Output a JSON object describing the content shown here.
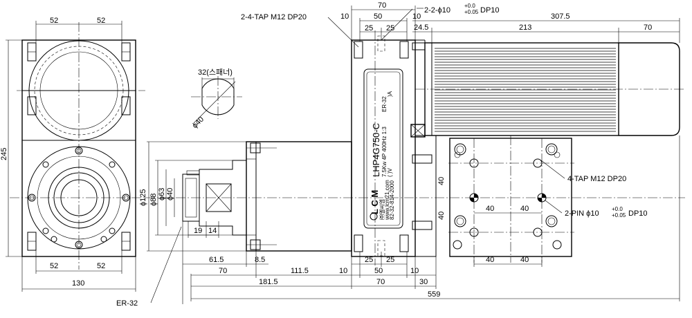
{
  "front_view": {
    "dims": {
      "top_left": "52",
      "top_right": "52",
      "bottom_left": "52",
      "bottom_right": "52",
      "width": "130",
      "height": "245"
    }
  },
  "spanner": {
    "label": "32(스패너)",
    "diameter": "ϕ40"
  },
  "collet": {
    "diameters": [
      "ϕ125",
      "ϕ88",
      "ϕ63",
      "ϕ40"
    ],
    "lengths": [
      "19",
      "14"
    ],
    "name": "ER-32"
  },
  "side_view": {
    "tap_top_label": "2-4-TAP M12 DP20",
    "pin_top_label": "2-2-ϕ10",
    "pin_top_tol_upper": "+0.0",
    "pin_top_tol_lower": "+0.05",
    "pin_top_suffix": "DP10",
    "tap_side_label": "4-TAP M12 DP20",
    "pin_side_label": "2-PIN ϕ10",
    "pin_side_tol_upper": "+0.0",
    "pin_side_tol_lower": "+0.05",
    "pin_side_suffix": "DP10",
    "top_dims": {
      "d10a": "10",
      "d70": "70",
      "d50": "50",
      "d10b": "10",
      "d25a": "25",
      "d25b": "25",
      "total_motor": "307.5",
      "d24_5": "24.5",
      "d213": "213",
      "d70b": "70"
    },
    "right_dims": {
      "v40a": "40",
      "v40b": "40",
      "h40a": "40",
      "h40b": "40",
      "b40a": "40",
      "b40b": "40"
    },
    "bottom_dims": {
      "d61_5": "61.5",
      "d8_5": "8.5",
      "d25a": "25",
      "d25b": "25",
      "d70a": "70",
      "d111_5": "111.5",
      "d10a": "10",
      "d50": "50",
      "d10b": "10",
      "d181_5": "181.5",
      "d70b": "70",
      "d30": "30",
      "total": "559"
    }
  },
  "nameplate": {
    "brand": "L C M",
    "model": "LHP4G750-C",
    "spec": "7.5Kw  4P  400Hz  1:3",
    "spec2": "(     )V",
    "collet_code": "ER-32",
    "amp": ")A",
    "company": "㈜엘씨엠",
    "web": "www.lcm21.com",
    "tel": "82-32-814-2000"
  }
}
